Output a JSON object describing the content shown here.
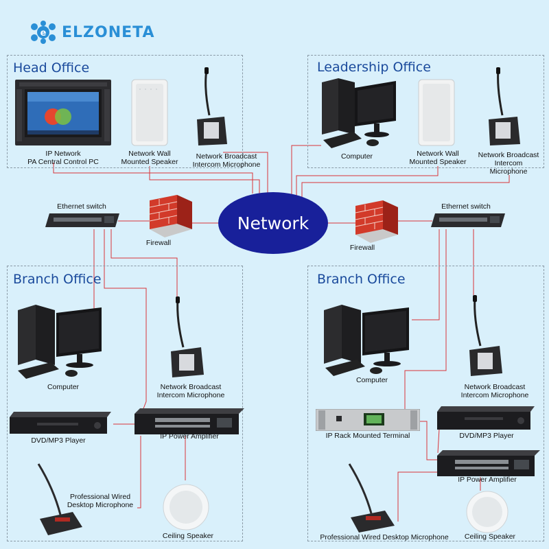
{
  "brand": {
    "name": "ELZONETA",
    "logo_color": "#2a8fd6"
  },
  "network": {
    "label": "Network",
    "color": "#18209a"
  },
  "line_color": "#d9343a",
  "head_office": {
    "title": "Head Office",
    "pc_label": "IP Network\nPA Central Control PC",
    "speaker_label": "Network Wall\nMounted Speaker",
    "mic_label": "Network Broadcast\nIntercom Microphone"
  },
  "leadership_office": {
    "title": "Leadership Office",
    "computer_label": "Computer",
    "speaker_label": "Network Wall\nMounted Speaker",
    "mic_label": "Network Broadcast\nIntercom\nMicrophone"
  },
  "left_links": {
    "switch_label": "Ethernet switch",
    "firewall_label": "Firewall"
  },
  "right_links": {
    "switch_label": "Ethernet switch",
    "firewall_label": "Firewall"
  },
  "branch_left": {
    "title": "Branch Office",
    "computer_label": "Computer",
    "mic_label": "Network Broadcast\nIntercom Microphone",
    "dvd_label": "DVD/MP3 Player",
    "amp_label": "IP Power Amplifier",
    "desk_mic_label": "Professional Wired\nDesktop Microphone",
    "ceiling_label": "Ceiling Speaker"
  },
  "branch_right": {
    "title": "Branch Office",
    "computer_label": "Computer",
    "mic_label": "Network Broadcast\nIntercom Microphone",
    "terminal_label": "IP Rack Mounted Terminal",
    "dvd_label": "DVD/MP3 Player",
    "amp_label": "IP Power Amplifier",
    "desk_mic_label": "Professional Wired Desktop Microphone",
    "ceiling_label": "Ceiling Speaker"
  }
}
